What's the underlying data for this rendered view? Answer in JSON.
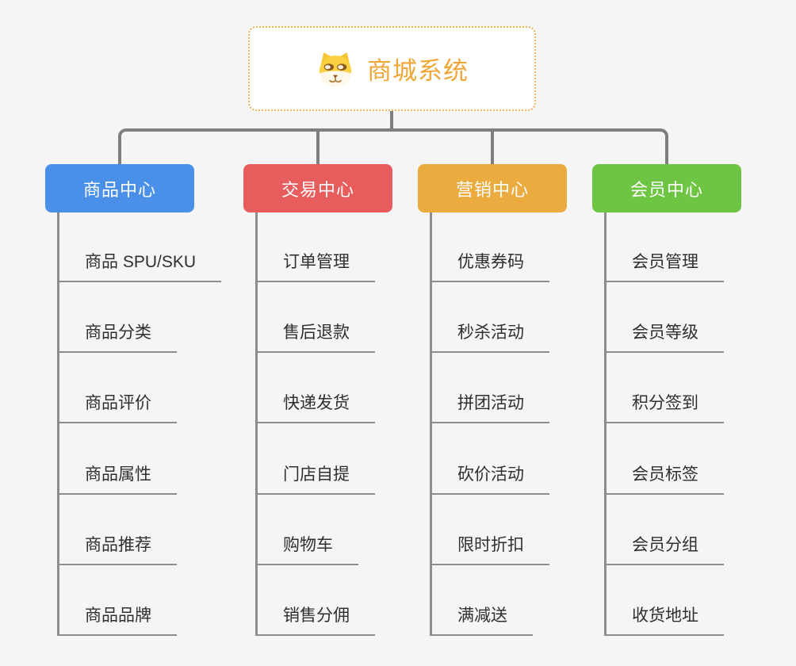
{
  "root": {
    "title": "商城系统",
    "icon": "dog-face-icon",
    "title_color": "#f0a636",
    "border_color": "#f2b355"
  },
  "branches": [
    {
      "id": "product-center",
      "label": "商品中心",
      "color": "#4a90e8",
      "children": [
        "商品 SPU/SKU",
        "商品分类",
        "商品评价",
        "商品属性",
        "商品推荐",
        "商品品牌"
      ]
    },
    {
      "id": "trade-center",
      "label": "交易中心",
      "color": "#e75c5c",
      "children": [
        "订单管理",
        "售后退款",
        "快递发货",
        "门店自提",
        "购物车",
        "销售分佣"
      ]
    },
    {
      "id": "marketing-center",
      "label": "营销中心",
      "color": "#ebab3f",
      "children": [
        "优惠券码",
        "秒杀活动",
        "拼团活动",
        "砍价活动",
        "限时折扣",
        "满减送"
      ]
    },
    {
      "id": "member-center",
      "label": "会员中心",
      "color": "#6ec443",
      "children": [
        "会员管理",
        "会员等级",
        "积分签到",
        "会员标签",
        "会员分组",
        "收货地址"
      ]
    }
  ],
  "colors": {
    "background": "#f5f5f6",
    "connector": "#7f7f7f",
    "leaf_line": "#8d8d8d",
    "leaf_text": "#2f2f2f"
  }
}
